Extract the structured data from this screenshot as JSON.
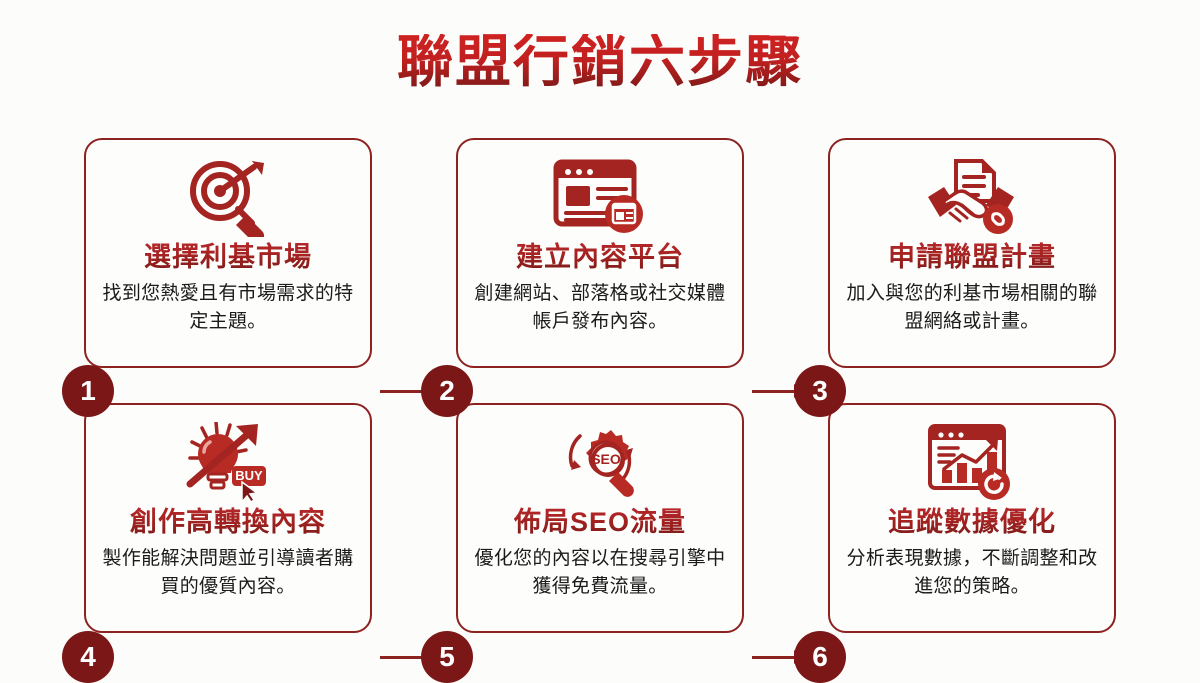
{
  "page": {
    "title": "聯盟行銷六步驟",
    "background_color": "#fcfcfa",
    "accent_color": "#8d2321",
    "badge_color": "#7b1817",
    "title_color": "#c22020",
    "body_text_color": "#1b1b1b"
  },
  "steps": [
    {
      "number": "1",
      "title": "選擇利基市場",
      "desc": "找到您熱愛且有市場需求的特定主題。",
      "icon": "target-magnifier-icon"
    },
    {
      "number": "2",
      "title": "建立內容平台",
      "desc": "創建網站、部落格或社交媒體帳戶發布內容。",
      "icon": "browser-window-icon"
    },
    {
      "number": "3",
      "title": "申請聯盟計畫",
      "desc": "加入與您的利基市場相關的聯盟網絡或計畫。",
      "icon": "handshake-document-link-icon"
    },
    {
      "number": "4",
      "title": "創作高轉換內容",
      "desc": "製作能解決問題並引導讀者購買的優質內容。",
      "icon": "lightbulb-buy-cursor-icon",
      "icon_label": "BUY"
    },
    {
      "number": "5",
      "title": "佈局SEO流量",
      "desc": "優化您的內容以在搜尋引擎中獲得免費流量。",
      "icon": "seo-gear-magnifier-icon",
      "icon_label": "SEO"
    },
    {
      "number": "6",
      "title": "追蹤數據優化",
      "desc": "分析表現數據，不斷調整和改進您的策略。",
      "icon": "analytics-chart-refresh-icon"
    }
  ],
  "connectors": [
    {
      "from": "1",
      "to": "2",
      "type": "arrow-right"
    },
    {
      "from": "2",
      "to": "3",
      "type": "arrow-right"
    },
    {
      "from": "4",
      "to": "5",
      "type": "arrow-right"
    },
    {
      "from": "5",
      "to": "6",
      "type": "arrow-right"
    }
  ]
}
